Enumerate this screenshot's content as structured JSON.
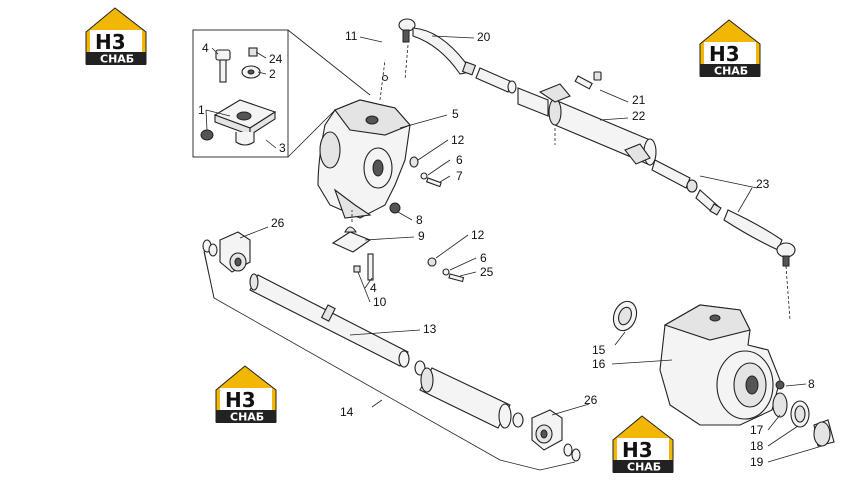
{
  "logo": {
    "mark": "Н3",
    "caption": "СНАБ",
    "color_gold": "#f2b705",
    "color_dark": "#222222"
  },
  "callouts": [
    "1",
    "2",
    "3",
    "4",
    "5",
    "6",
    "7",
    "8",
    "9",
    "10",
    "11",
    "12",
    "13",
    "14",
    "15",
    "16",
    "17",
    "18",
    "19",
    "20",
    "21",
    "22",
    "23",
    "24",
    "25",
    "26"
  ]
}
